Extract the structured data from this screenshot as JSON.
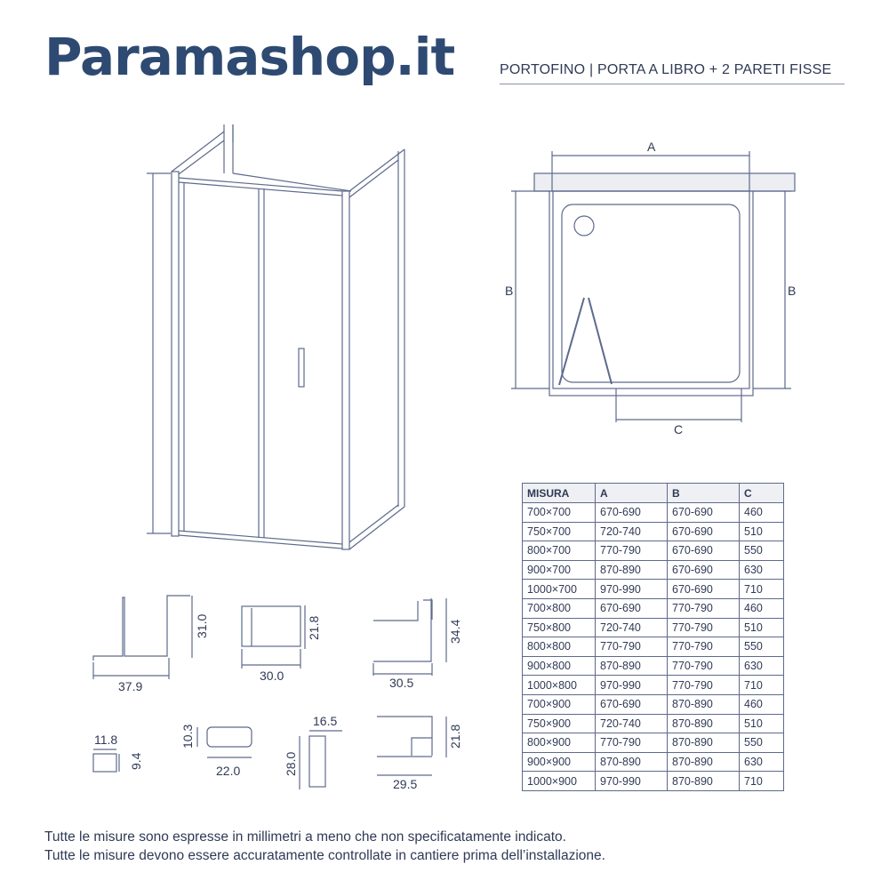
{
  "header": {
    "logo": "Paramashop.it",
    "subtitle": "PORTOFINO | PORTA  A LIBRO + 2 PARETI FISSE"
  },
  "plan": {
    "label_a": "A",
    "label_b": "B",
    "label_c": "C"
  },
  "profiles": {
    "p1": "37.9",
    "p1h": "31.0",
    "p2": "30.0",
    "p2h": "21.8",
    "p3": "30.5",
    "p3h": "34.4",
    "p4": "11.8",
    "p4h": "9.4",
    "p5h": "10.3",
    "p5": "22.0",
    "p6": "16.5",
    "p6h": "28.0",
    "p7h": "21.8",
    "p7": "29.5"
  },
  "table": {
    "headers": [
      "MISURA",
      "A",
      "B",
      "C"
    ],
    "rows": [
      [
        "700×700",
        "670-690",
        "670-690",
        "460"
      ],
      [
        "750×700",
        "720-740",
        "670-690",
        "510"
      ],
      [
        "800×700",
        "770-790",
        "670-690",
        "550"
      ],
      [
        "900×700",
        "870-890",
        "670-690",
        "630"
      ],
      [
        "1000×700",
        "970-990",
        "670-690",
        "710"
      ],
      [
        "700×800",
        "670-690",
        "770-790",
        "460"
      ],
      [
        "750×800",
        "720-740",
        "770-790",
        "510"
      ],
      [
        "800×800",
        "770-790",
        "770-790",
        "550"
      ],
      [
        "900×800",
        "870-890",
        "770-790",
        "630"
      ],
      [
        "1000×800",
        "970-990",
        "770-790",
        "710"
      ],
      [
        "700×900",
        "670-690",
        "870-890",
        "460"
      ],
      [
        "750×900",
        "720-740",
        "870-890",
        "510"
      ],
      [
        "800×900",
        "770-790",
        "870-890",
        "550"
      ],
      [
        "900×900",
        "870-890",
        "870-890",
        "630"
      ],
      [
        "1000×900",
        "970-990",
        "870-890",
        "710"
      ]
    ]
  },
  "notes": [
    "Tutte le misure sono espresse in millimetri a meno che non specificatamente indicato.",
    "Tutte le misure devono essere accuratamente controllate in cantiere prima dell’installazione."
  ]
}
